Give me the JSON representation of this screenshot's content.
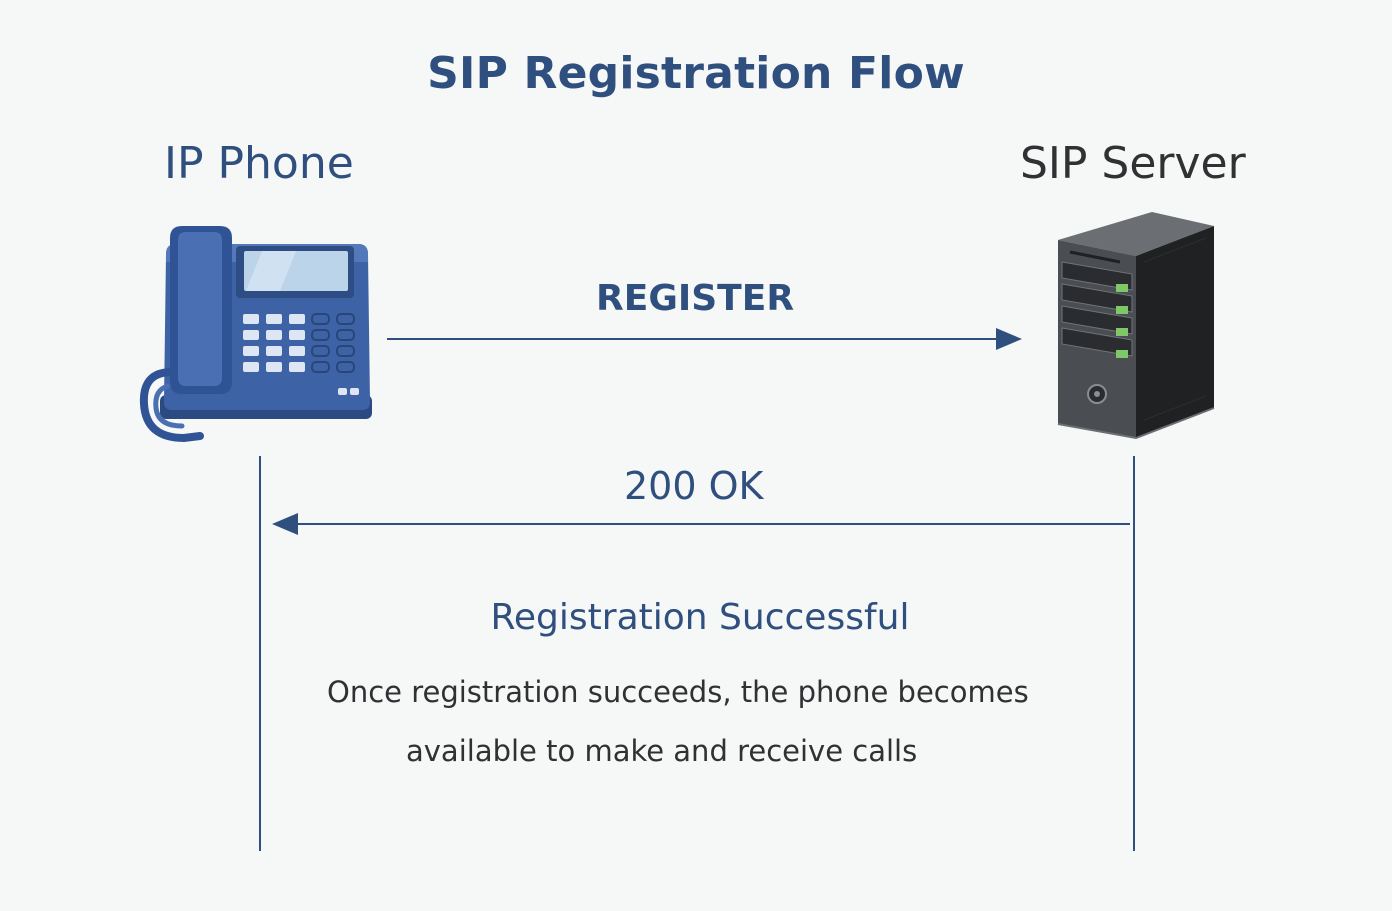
{
  "diagram": {
    "title": "SIP Registration Flow",
    "left_participant": {
      "label": "IP Phone",
      "icon": "desk-phone-icon"
    },
    "right_participant": {
      "label": "SIP Server",
      "icon": "server-tower-icon"
    },
    "messages": [
      {
        "label": "REGISTER",
        "from": "IP Phone",
        "to": "SIP Server"
      },
      {
        "label": "200 OK",
        "from": "SIP Server",
        "to": "IP Phone"
      }
    ],
    "result_heading": "Registration Successful",
    "result_description_line1": "Once registration succeeds, the phone becomes",
    "result_description_line2": "available to make and receive calls"
  },
  "colors": {
    "background": "#f6f7f7",
    "accent_blue": "#2f4f7f",
    "text_dark": "#2f3133",
    "phone_blue": "#3d63a6",
    "server_dark": "#3a3c3f",
    "server_led_green": "#7ec86a"
  }
}
